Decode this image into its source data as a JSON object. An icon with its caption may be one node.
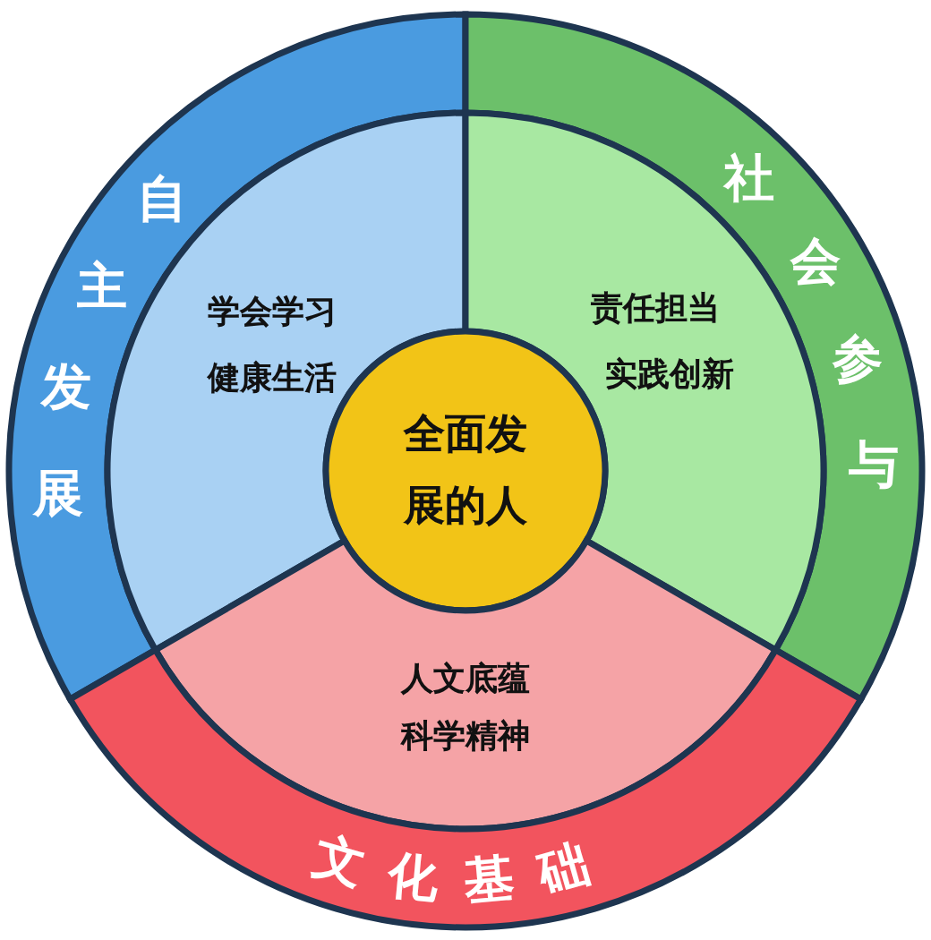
{
  "diagram": {
    "nodes": [
      {
        "text": [
          "自主发展"
        ]
      },
      {
        "text": [
          "社会参与"
        ]
      },
      {
        "text": [
          "学会学习",
          "健康生活"
        ]
      },
      {
        "text": [
          "责任担当",
          "实践创新"
        ]
      },
      {
        "text": [
          "全面发展的人"
        ]
      },
      {
        "text": [
          "人文底蕴",
          "科学精神"
        ]
      },
      {
        "text": [
          "文化基础"
        ]
      }
    ]
  }
}
